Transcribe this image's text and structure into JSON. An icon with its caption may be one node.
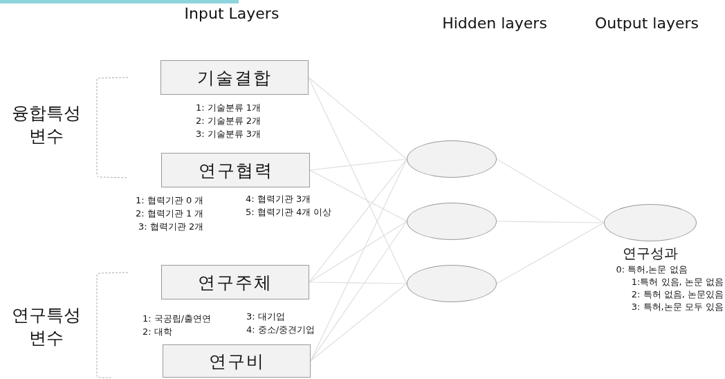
{
  "diagram": {
    "nodes": [
      {
        "text": [
          "기술결합"
        ],
        "beside": [
          "1: 기술분류 1개",
          "2: 기술분류 2개",
          "3: 기술분류 3개"
        ]
      },
      {
        "text": [
          "연구협력"
        ],
        "beside": [
          "1: 협력기관 0 개",
          "2: 협력기관 1 개",
          "3: 협력기관 2개",
          "4: 협력기관 3개",
          "5: 협력기관 4개 이상"
        ]
      },
      {
        "text": [
          "연구주체"
        ],
        "beside": [
          "1: 국공립/출연연",
          "2: 대학",
          "3: 대기업",
          "4: 중소/중견기업"
        ]
      },
      {
        "text": [
          "연구비"
        ]
      },
      {
        "text": [],
        "shape": "ellipse"
      },
      {
        "text": [],
        "shape": "ellipse"
      },
      {
        "text": [],
        "shape": "ellipse"
      },
      {
        "text": [],
        "shape": "ellipse",
        "beside": [
          "연구성과",
          "0: 특허,논문 없음",
          "1:특허 있음, 논문 없음",
          "2: 특허 없음, 논문있음",
          "3: 특허,논문 모두 있음"
        ]
      }
    ],
    "edges": [
      {
        "from": 0,
        "to": 4,
        "arrow": "none"
      },
      {
        "from": 0,
        "to": 6,
        "arrow": "none"
      },
      {
        "from": 1,
        "to": 4,
        "arrow": "none"
      },
      {
        "from": 1,
        "to": 5,
        "arrow": "none"
      },
      {
        "from": 2,
        "to": 4,
        "arrow": "none"
      },
      {
        "from": 2,
        "to": 5,
        "arrow": "none"
      },
      {
        "from": 2,
        "to": 6,
        "arrow": "none"
      },
      {
        "from": 3,
        "to": 4,
        "arrow": "none"
      },
      {
        "from": 3,
        "to": 5,
        "arrow": "none"
      },
      {
        "from": 3,
        "to": 6,
        "arrow": "none"
      },
      {
        "from": 4,
        "to": 7,
        "arrow": "none"
      },
      {
        "from": 5,
        "to": 7,
        "arrow": "none"
      },
      {
        "from": 6,
        "to": 7,
        "arrow": "none"
      }
    ],
    "labels": [
      "Input Layers",
      "Hidden layers",
      "Output layers",
      "융합특성 변수",
      "연구특성 변수"
    ]
  }
}
